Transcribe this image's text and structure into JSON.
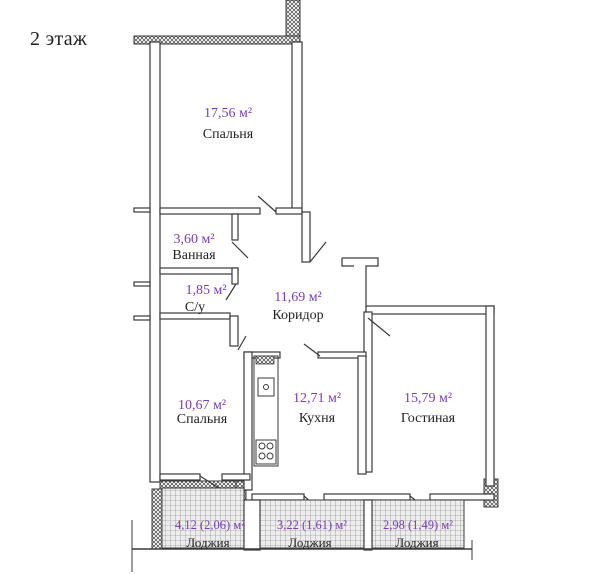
{
  "floor_label": "2 этаж",
  "rooms": [
    {
      "id": "bedroom-top",
      "area": "17,56 м²",
      "name": "Спальня"
    },
    {
      "id": "bathroom",
      "area": "3,60 м²",
      "name": "Ванная"
    },
    {
      "id": "wc",
      "area": "1,85 м²",
      "name": "С/у"
    },
    {
      "id": "corridor",
      "area": "11,69 м²",
      "name": "Коридор"
    },
    {
      "id": "bedroom-bottom",
      "area": "10,67 м²",
      "name": "Спальня"
    },
    {
      "id": "kitchen",
      "area": "12,71 м²",
      "name": "Кухня"
    },
    {
      "id": "living",
      "area": "15,79 м²",
      "name": "Гостиная"
    }
  ],
  "loggias": [
    {
      "id": "loggia-1",
      "area": "4,12  (2,06) м²",
      "name": "Лоджия"
    },
    {
      "id": "loggia-2",
      "area": "3,22  (1,61) м²",
      "name": "Лоджия"
    },
    {
      "id": "loggia-3",
      "area": "2,98  (1,49) м²",
      "name": "Лоджия"
    }
  ],
  "colors": {
    "area_text": "#7a3db8",
    "wall": "#3a3a3a",
    "label_text": "#222222"
  }
}
